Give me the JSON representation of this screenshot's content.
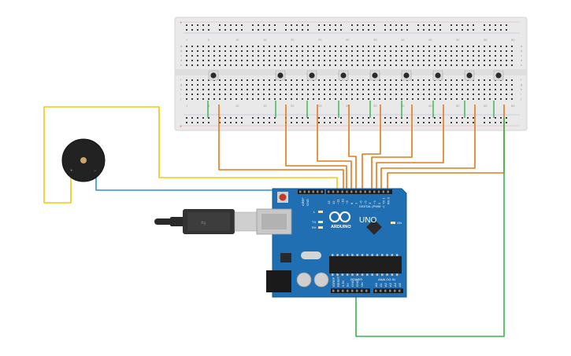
{
  "breadboard": {
    "column_numbers": [
      "1",
      "5",
      "10",
      "15",
      "20",
      "25",
      "30",
      "35",
      "40",
      "45",
      "50",
      "55",
      "60"
    ],
    "row_letters_top": [
      "a",
      "b",
      "c",
      "d",
      "e"
    ],
    "row_letters_bottom": [
      "f",
      "g",
      "h",
      "i",
      "j"
    ],
    "rail_plus": "+",
    "rail_minus": "−"
  },
  "arduino": {
    "model": "UNO",
    "brand": "ARDUINO",
    "digital_header_label": "DIGITAL (PWM ~)",
    "power_label": "POWER",
    "analog_label": "ANALOG IN",
    "on_label": "ON",
    "tx_label": "TX",
    "rx_label": "RX",
    "l_label": "L",
    "aref_label": "AREF",
    "gnd_label": "GND",
    "digital_pins": [
      "13",
      "12",
      "~11",
      "~10",
      "~9",
      "8",
      "7",
      "~6",
      "~5",
      "4",
      "~3",
      "2",
      "TX 1",
      "RX 0"
    ],
    "power_pins": [
      "IOREF",
      "RESET",
      "3.3V",
      "5V",
      "GND",
      "GND",
      "Vin"
    ],
    "analog_pins": [
      "A0",
      "A1",
      "A2",
      "A3",
      "A4",
      "A5"
    ]
  },
  "buzzer": {
    "minus_label": "−",
    "plus_label": "+"
  },
  "colors": {
    "board_blue": "#1f6fb2",
    "wire_orange": "#e07b1a",
    "wire_yellow": "#f2c811",
    "wire_blue": "#2f8fd6",
    "wire_green": "#37b34a"
  }
}
